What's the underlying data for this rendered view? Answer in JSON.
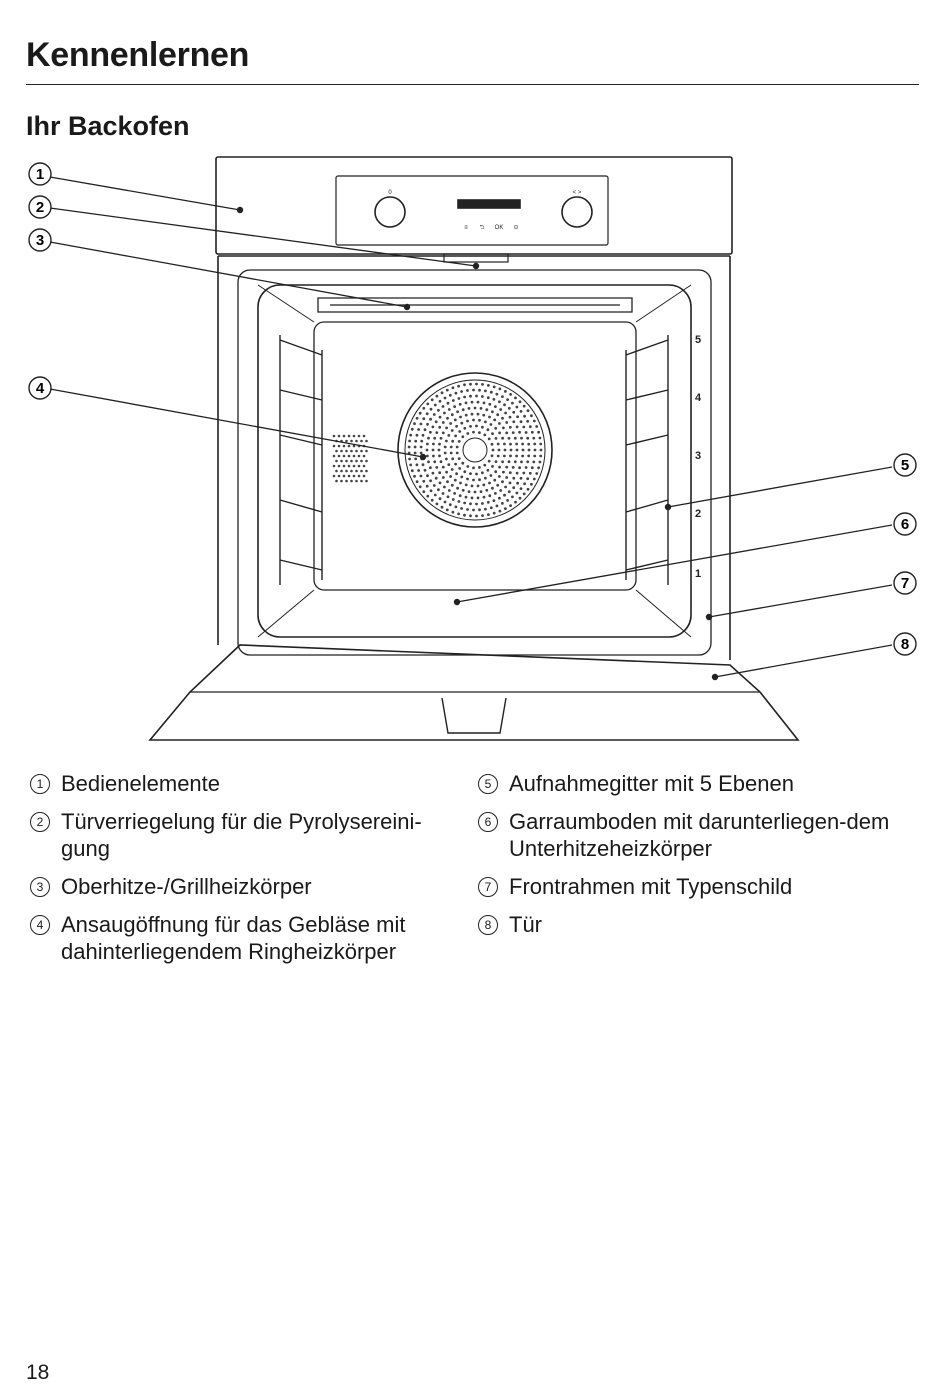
{
  "header": {
    "page_title": "Kennenlernen",
    "section_title": "Ihr Backofen"
  },
  "diagram": {
    "callouts": [
      "1",
      "2",
      "3",
      "4",
      "5",
      "6",
      "7",
      "8"
    ],
    "rack_levels": [
      "5",
      "4",
      "3",
      "2",
      "1"
    ],
    "panel_text": {
      "display_buttons": [
        "≡",
        "⮌",
        "OK",
        "⊙"
      ],
      "arrows": "<   >",
      "dial_mark": "0"
    }
  },
  "legend": {
    "left": [
      {
        "num": "1",
        "text": "Bedienelemente"
      },
      {
        "num": "2",
        "text": "Türverriegelung für die Pyrolysereini-gung"
      },
      {
        "num": "3",
        "text": "Oberhitze-/Grillheizkörper"
      },
      {
        "num": "4",
        "text": "Ansaugöffnung für das Gebläse mit dahinterliegendem Ringheizkörper"
      }
    ],
    "right": [
      {
        "num": "5",
        "text": "Aufnahmegitter mit 5 Ebenen"
      },
      {
        "num": "6",
        "text": "Garraumboden mit darunterliegen-dem Unterhitzeheizkörper"
      },
      {
        "num": "7",
        "text": "Frontrahmen mit Typenschild"
      },
      {
        "num": "8",
        "text": "Tür"
      }
    ]
  },
  "footer": {
    "page_number": "18"
  }
}
